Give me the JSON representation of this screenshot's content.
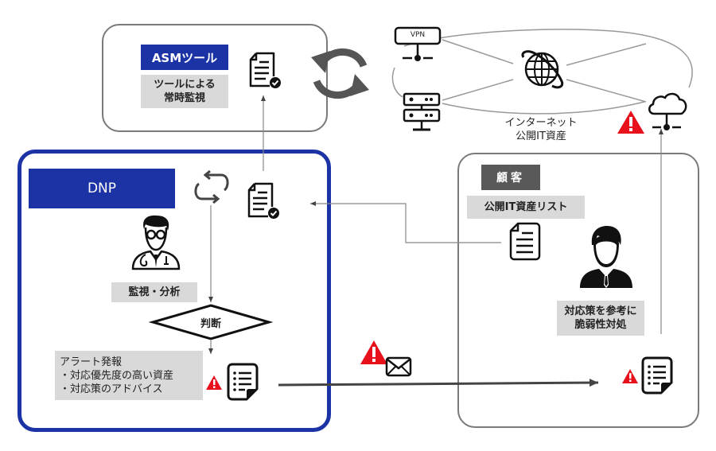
{
  "asm": {
    "title": "ASMツール",
    "monitor_line1": "ツールによる",
    "monitor_line2": "常時監視"
  },
  "internet": {
    "vpn_label": "VPN",
    "caption_line1": "インターネット",
    "caption_line2": "公開IT資産"
  },
  "dnp": {
    "title": "DNP",
    "analysis_label": "監視・分析",
    "decision_label": "判断",
    "alert_title": "アラート発報",
    "alert_item1": "・対応優先度の高い資産",
    "alert_item2": "・対応策のアドバイス"
  },
  "customer": {
    "title": "顧客",
    "asset_list_label": "公開IT資産リスト",
    "action_line1": "対応策を参考に",
    "action_line2": "脆弱性対処"
  },
  "colors": {
    "brand_blue": "#1c33a6",
    "alert_red": "#e8101a",
    "label_grey": "#d9d9d9",
    "customer_dark": "#595959"
  }
}
